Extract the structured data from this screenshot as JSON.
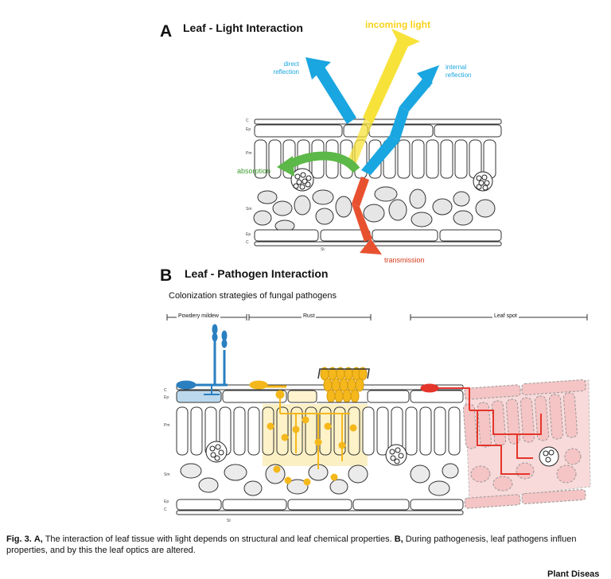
{
  "panel_a": {
    "letter": "A",
    "title": "Leaf - Light Interaction",
    "labels": {
      "incoming_light": "incoming light",
      "direct_reflection": "direct\nreflection",
      "internal_reflection": "internal\nreflection",
      "absorption": "absorption",
      "transmission": "transmission"
    },
    "layers": {
      "c_top": "C",
      "ep_top": "Ep",
      "pm": "Pm",
      "sm": "Sm",
      "ep_bottom": "Ep",
      "c_bottom": "C",
      "st": "St"
    }
  },
  "panel_b": {
    "letter": "B",
    "title": "Leaf - Pathogen Interaction",
    "subtitle": "Colonization strategies of fungal pathogens",
    "strategies": [
      "Powdery mildew",
      "Rust",
      "Leaf spot"
    ],
    "layers": {
      "c_top": "C",
      "ep_top": "Ep",
      "pm": "Pm",
      "sm": "Sm",
      "ep_bottom": "Ep",
      "c_bottom": "C",
      "st": "St"
    }
  },
  "caption": {
    "fig": "Fig. 3.",
    "a_label": "A,",
    "a_text": " The interaction of leaf tissue with light depends on structural and leaf chemical properties. ",
    "b_label": "B,",
    "b_text": " During pathogenesis, leaf pathogens influen",
    "line2": "properties, and by this the leaf optics are altered."
  },
  "journal": "Plant Diseas",
  "colors": {
    "incoming": "#f7e23a",
    "reflection": "#1aa6e0",
    "absorption": "#5cb848",
    "transmission": "#e8512f",
    "powdery": "#2a7fc0",
    "rust": "#f5b81c",
    "leafspot": "#e4352b",
    "leafspot_tissue": "#f5c4c4"
  }
}
